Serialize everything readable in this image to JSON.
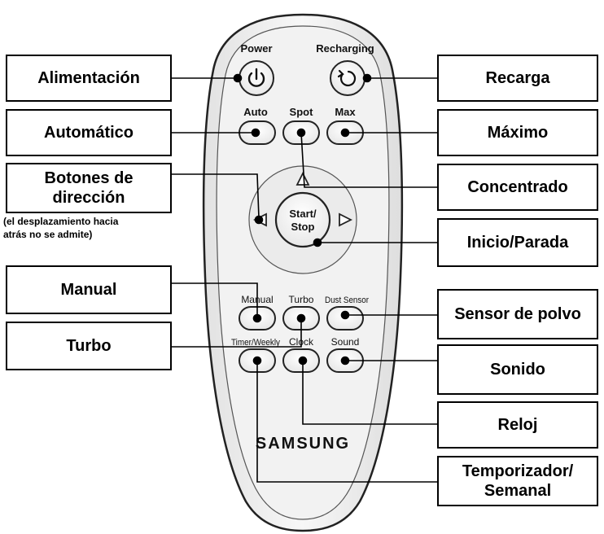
{
  "remote": {
    "brand": "SAMSUNG",
    "buttons": {
      "power": "Power",
      "recharging": "Recharging",
      "auto": "Auto",
      "spot": "Spot",
      "max": "Max",
      "start_stop_line1": "Start/",
      "start_stop_line2": "Stop",
      "manual": "Manual",
      "turbo": "Turbo",
      "dust_sensor": "Dust Sensor",
      "timer_weekly": "Timer/Weekly",
      "clock": "Clock",
      "sound": "Sound"
    }
  },
  "callouts": {
    "alimentacion": "Alimentación",
    "automatico": "Automático",
    "botones_direccion_line1": "Botones de",
    "botones_direccion_line2": "dirección",
    "direccion_note_line1": "(el desplazamiento hacia",
    "direccion_note_line2": "atrás no se admite)",
    "manual": "Manual",
    "turbo": "Turbo",
    "recarga": "Recarga",
    "maximo": "Máximo",
    "concentrado": "Concentrado",
    "inicio_parada": "Inicio/Parada",
    "sensor_polvo": "Sensor de polvo",
    "sonido": "Sonido",
    "reloj": "Reloj",
    "temporizador_line1": "Temporizador/",
    "temporizador_line2": "Semanal"
  }
}
